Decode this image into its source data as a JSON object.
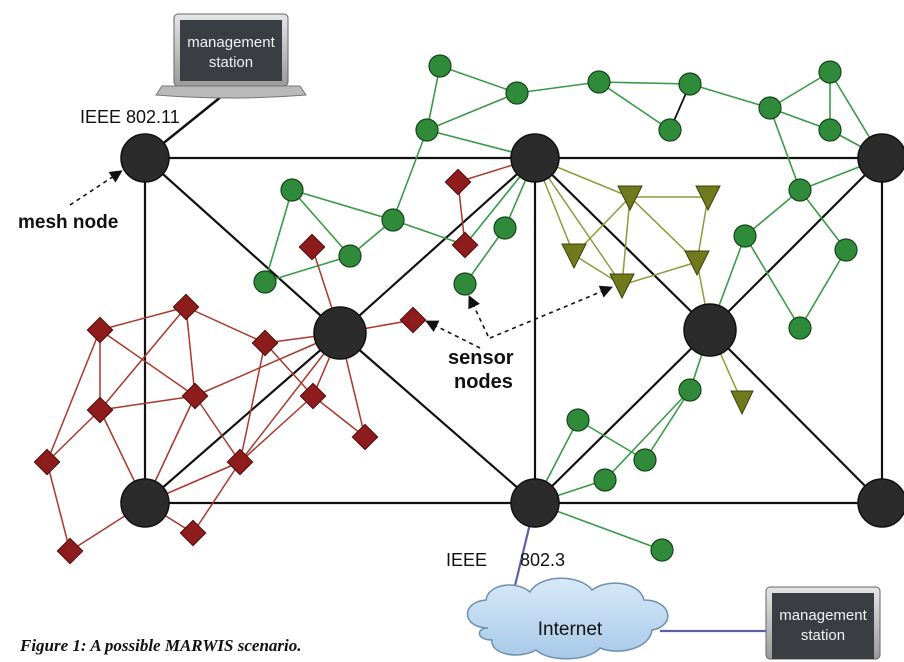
{
  "management_station_top": {
    "line1": "management",
    "line2": "station"
  },
  "management_station_bottom": {
    "line1": "management",
    "line2": "station"
  },
  "labels": {
    "ieee_80211": "IEEE 802.11",
    "mesh_node": "mesh node",
    "sensor": "sensor",
    "nodes": "nodes",
    "ieee": "IEEE",
    "ieee_8023": "802.3",
    "internet": "Internet"
  },
  "caption": "Figure 1: A possible MARWIS scenario.",
  "colors": {
    "mesh": "#2b2b2b",
    "green": "#2f8a3a",
    "red": "#8e1c1c",
    "olive": "#6f7a1c",
    "green_line": "#3a9a48",
    "red_line": "#a8382c",
    "olive_line": "#8f9a3a",
    "ethernet_line": "#5960a8",
    "cloud": "#b9d6ee"
  }
}
